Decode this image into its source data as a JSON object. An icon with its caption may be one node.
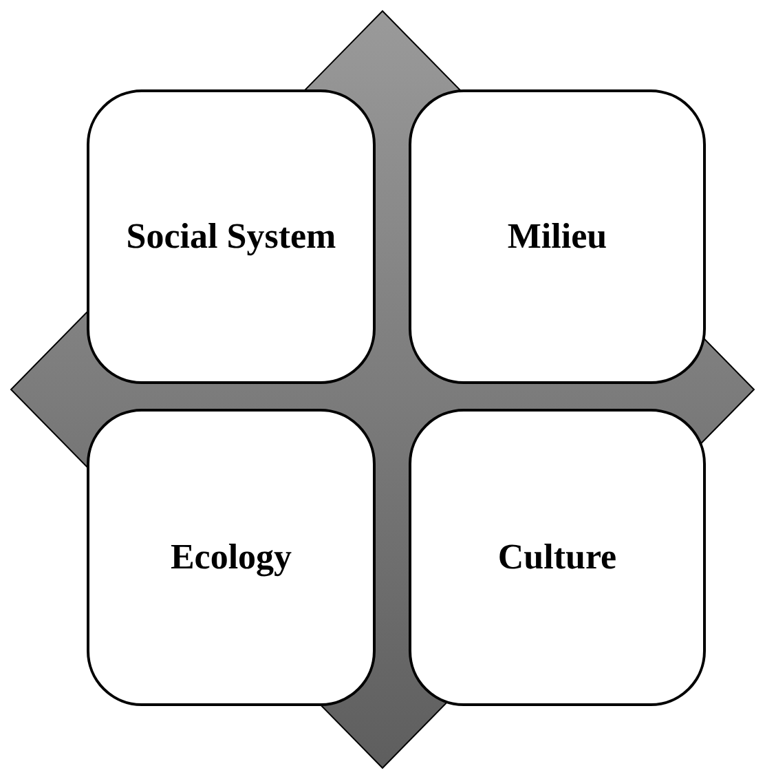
{
  "diagram": {
    "nodes": [
      {
        "text": [
          "Social System"
        ]
      },
      {
        "text": [
          "Milieu"
        ]
      },
      {
        "text": [
          "Ecology"
        ]
      },
      {
        "text": [
          "Culture"
        ]
      }
    ]
  }
}
